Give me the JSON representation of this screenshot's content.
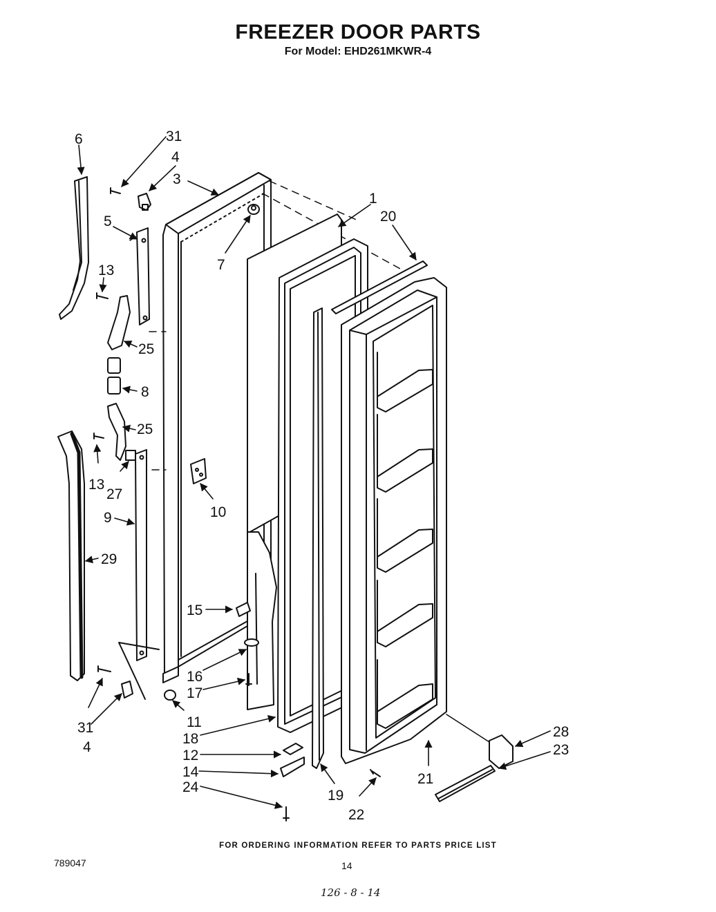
{
  "header": {
    "title": "FREEZER DOOR PARTS",
    "subtitle": "For Model: EHD261MKWR-4"
  },
  "callouts": [
    {
      "id": "c6",
      "text": "6"
    },
    {
      "id": "c31a",
      "text": "31"
    },
    {
      "id": "c4a",
      "text": "4"
    },
    {
      "id": "c3",
      "text": "3"
    },
    {
      "id": "c5",
      "text": "5"
    },
    {
      "id": "c7",
      "text": "7"
    },
    {
      "id": "c1",
      "text": "1"
    },
    {
      "id": "c20",
      "text": "20"
    },
    {
      "id": "c13a",
      "text": "13"
    },
    {
      "id": "c25a",
      "text": "25"
    },
    {
      "id": "c8",
      "text": "8"
    },
    {
      "id": "c25b",
      "text": "25"
    },
    {
      "id": "c13b",
      "text": "13"
    },
    {
      "id": "c27",
      "text": "27"
    },
    {
      "id": "c10",
      "text": "10"
    },
    {
      "id": "c9",
      "text": "9"
    },
    {
      "id": "c29",
      "text": "29"
    },
    {
      "id": "c15",
      "text": "15"
    },
    {
      "id": "c16",
      "text": "16"
    },
    {
      "id": "c17",
      "text": "17"
    },
    {
      "id": "c31b",
      "text": "31"
    },
    {
      "id": "c4b",
      "text": "4"
    },
    {
      "id": "c11",
      "text": "11"
    },
    {
      "id": "c18",
      "text": "18"
    },
    {
      "id": "c12",
      "text": "12"
    },
    {
      "id": "c14",
      "text": "14"
    },
    {
      "id": "c24",
      "text": "24"
    },
    {
      "id": "c19",
      "text": "19"
    },
    {
      "id": "c22",
      "text": "22"
    },
    {
      "id": "c21",
      "text": "21"
    },
    {
      "id": "c28",
      "text": "28"
    },
    {
      "id": "c23",
      "text": "23"
    }
  ],
  "footer": {
    "ordering_note": "FOR ORDERING INFORMATION REFER TO PARTS PRICE LIST",
    "doc_number": "789047",
    "page_number": "14",
    "handwritten_note": "126 - 8 - 14"
  }
}
